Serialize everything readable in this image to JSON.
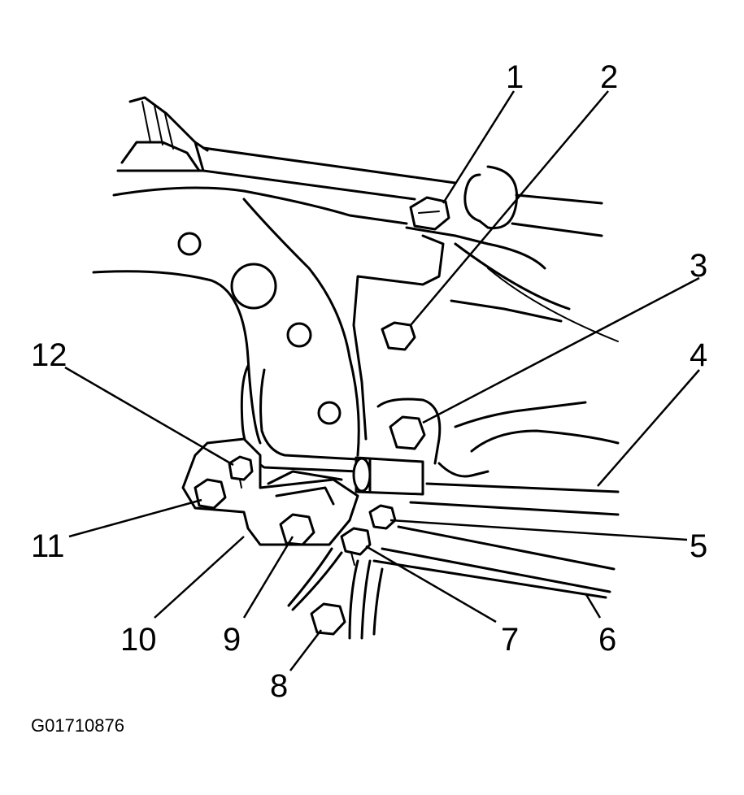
{
  "figure_id": "G01710876",
  "callouts": [
    "1",
    "2",
    "3",
    "4",
    "5",
    "6",
    "7",
    "8",
    "9",
    "10",
    "11",
    "12"
  ]
}
